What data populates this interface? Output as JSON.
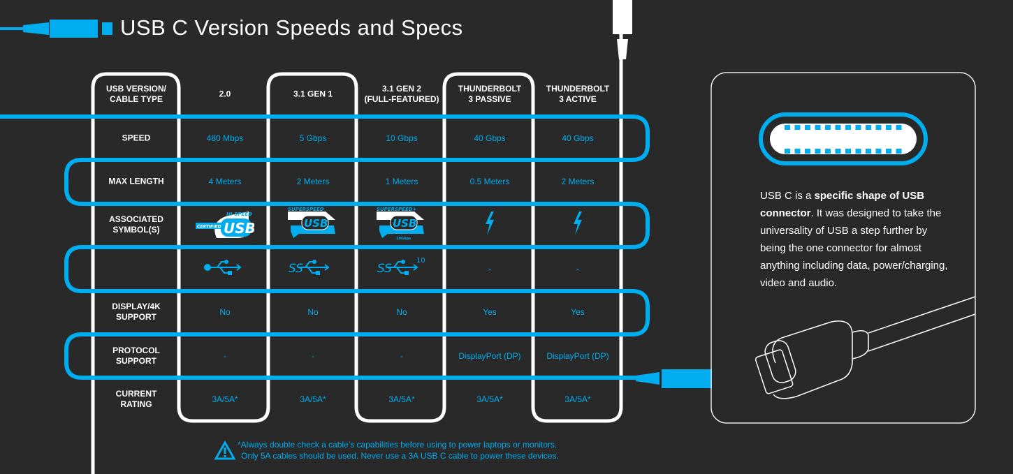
{
  "title": "USB C Version Speeds and Specs",
  "colors": {
    "background": "#292929",
    "accent": "#00adef",
    "text": "#ffffff"
  },
  "table": {
    "columns": [
      "2.0",
      "3.1 GEN 1",
      "3.1 GEN 2\n(FULL-FEATURED)",
      "THUNDERBOLT\n3 PASSIVE",
      "THUNDERBOLT\n3 ACTIVE"
    ],
    "corner_label": "USB VERSION/\nCABLE TYPE",
    "rows": [
      {
        "label": "SPEED",
        "values": [
          "480 Mbps",
          "5 Gbps",
          "10 Gbps",
          "40 Gbps",
          "40 Gbps"
        ]
      },
      {
        "label": "MAX LENGTH",
        "values": [
          "4 Meters",
          "2 Meters",
          "1 Meters",
          "0.5 Meters",
          "2 Meters"
        ]
      },
      {
        "label": "ASSOCIATED\nSYMBOL(S)",
        "icons": [
          "usb-hi-speed-certified-logo",
          "usb-superspeed-certified-logo",
          "usb-superspeed-plus-10gbps-logo",
          "thunderbolt-icon",
          "thunderbolt-icon"
        ]
      },
      {
        "label": "",
        "icons": [
          "usb-trident-icon",
          "ss-usb-trident-icon",
          "ss-usb-trident-10-icon",
          "-",
          "-"
        ]
      },
      {
        "label": "DISPLAY/4K\nSUPPORT",
        "values": [
          "No",
          "No",
          "No",
          "Yes",
          "Yes"
        ]
      },
      {
        "label": "PROTOCOL\nSUPPORT",
        "values": [
          "-",
          "-",
          "-",
          "DisplayPort (DP)",
          "DisplayPort (DP)"
        ]
      },
      {
        "label": "CURRENT\nRATING",
        "values": [
          "3A/5A*",
          "3A/5A*",
          "3A/5A*",
          "3A/5A*",
          "3A/5A*"
        ]
      }
    ],
    "logo_text": {
      "hi_speed": "HI-SPEED",
      "certified": "CERTIFIED",
      "usb": "USB",
      "superspeed": "SUPERSPEED",
      "superspeed_plus": "SUPERSPEED+",
      "gbps10": "10Gbps",
      "ss": "SS",
      "ten": "10",
      "dash": "-"
    }
  },
  "footnote": {
    "icon": "warning-triangle-icon",
    "line1": "*Always double check a cable’s capabilities before using to power laptops or monitors.",
    "line2": "Only 5A cables should be used. Never use a 3A USB C cable to power these devices."
  },
  "info": {
    "p1": "USB C is a ",
    "b1": "specific shape of USB connector",
    "p2": ". It was designed to take the universality of USB a step further by being the one connector for almost anything including data, power/charging, video and audio."
  }
}
